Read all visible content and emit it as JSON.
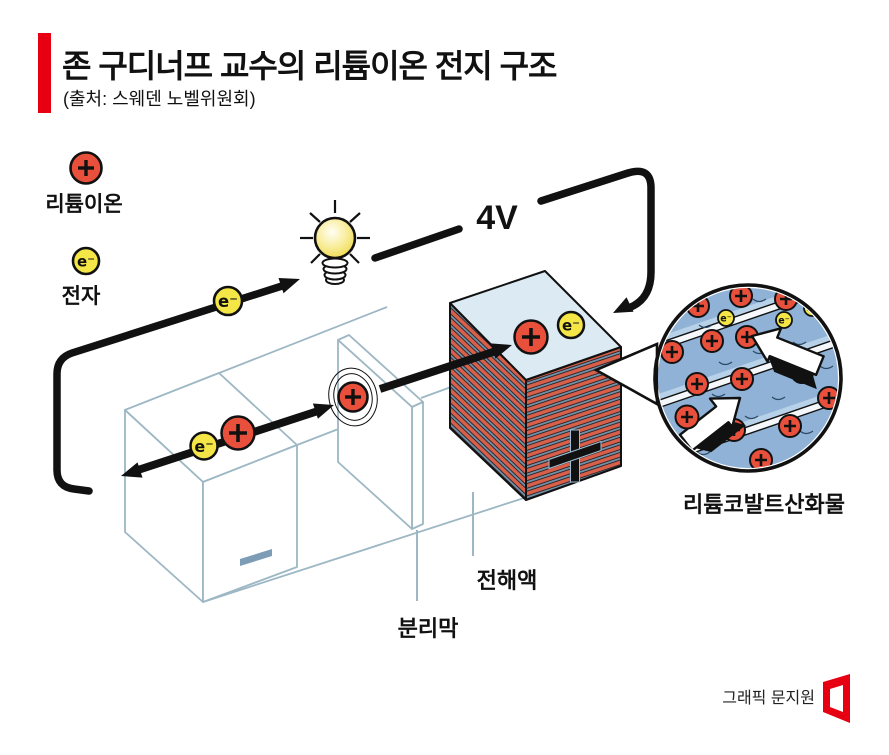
{
  "header": {
    "title": "존 구디너프 교수의 리튬이온 전지 구조",
    "source": "(출처: 스웨덴 노벨위원회)",
    "accent_color": "#e60012"
  },
  "legend": {
    "lithium_ion": {
      "label": "리튬이온",
      "symbol": "+",
      "color": "#e8503c"
    },
    "electron": {
      "label": "전자",
      "symbol": "e⁻",
      "color": "#f3e646"
    }
  },
  "circuit": {
    "voltage_label": "4V"
  },
  "battery": {
    "anode_sign": "−",
    "cathode_sign": "+",
    "ion_symbol": "+",
    "electron_symbol": "e⁻",
    "separator_label": "분리막",
    "electrolyte_label": "전해액",
    "cathode_material_label": "리튬코발트산화물",
    "outline_color": "#9db7c4",
    "stripe_red": "#d8604a",
    "stripe_blue": "#7291a8",
    "oxide_layer_blue": "#8fb2d6"
  },
  "footer": {
    "credit": "그래픽 문지원",
    "logo_color": "#e60012"
  }
}
